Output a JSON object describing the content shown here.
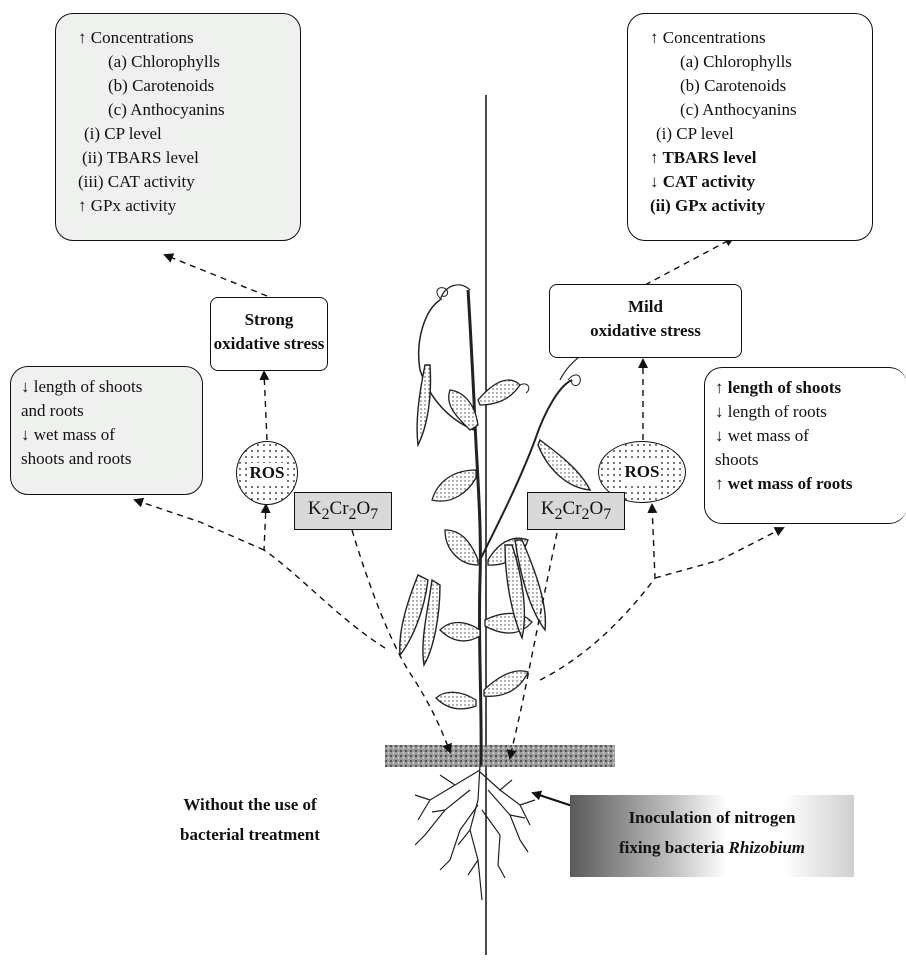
{
  "left_top_box": {
    "lines": [
      {
        "arrow": "↑",
        "text": "Concentrations"
      },
      {
        "arrow": "",
        "text": "(a) Chlorophylls"
      },
      {
        "arrow": "",
        "text": "(b) Carotenoids"
      },
      {
        "arrow": "",
        "text": "(c) Anthocyanins"
      },
      {
        "arrow": "",
        "text": "(i) CP level"
      },
      {
        "arrow": "",
        "text": "(ii) TBARS level"
      },
      {
        "arrow": "",
        "text": "(iii) CAT activity"
      },
      {
        "arrow": "↑",
        "text": "GPx activity"
      }
    ]
  },
  "right_top_box": {
    "lines": [
      {
        "arrow": "↑",
        "text": "Concentrations"
      },
      {
        "arrow": "",
        "text": "(a) Chlorophylls"
      },
      {
        "arrow": "",
        "text": "(b) Carotenoids"
      },
      {
        "arrow": "",
        "text": "(c) Anthocyanins"
      },
      {
        "arrow": "",
        "text": "(i) CP level"
      },
      {
        "arrow": "↑",
        "text": "TBARS level"
      },
      {
        "arrow": "↓",
        "text": "CAT activity"
      },
      {
        "arrow": "",
        "text": "(ii) GPx activity"
      }
    ]
  },
  "strong_stress": {
    "line1": "Strong",
    "line2": "oxidative stress"
  },
  "mild_stress": {
    "line1": "Mild",
    "line2": "oxidative stress"
  },
  "ros_label": "ROS",
  "chem_label": {
    "base": "K",
    "s1": "2",
    "mid1": "Cr",
    "s2": "2",
    "mid2": "O",
    "s3": "7"
  },
  "left_mid_box": {
    "lines": [
      {
        "arrow": "↓",
        "text": "length of shoots"
      },
      {
        "arrow": "",
        "text": "and roots"
      },
      {
        "arrow": "↓",
        "text": "wet mass of"
      },
      {
        "arrow": "",
        "text": "shoots and roots"
      }
    ]
  },
  "right_mid_box": {
    "lines": [
      {
        "arrow": "↑",
        "text": "length of shoots"
      },
      {
        "arrow": "↓",
        "text": "length of roots"
      },
      {
        "arrow": "↓",
        "text": "wet mass of"
      },
      {
        "arrow": "",
        "text": "shoots"
      },
      {
        "arrow": "↑",
        "text": "wet mass of roots"
      }
    ]
  },
  "without_caption": {
    "line1": "Without the use of",
    "line2": "bacterial treatment"
  },
  "inoculation_caption": {
    "line1": "Inoculation of nitrogen",
    "line2_prefix": "fixing bacteria ",
    "line2_italic": "Rhizobium"
  }
}
